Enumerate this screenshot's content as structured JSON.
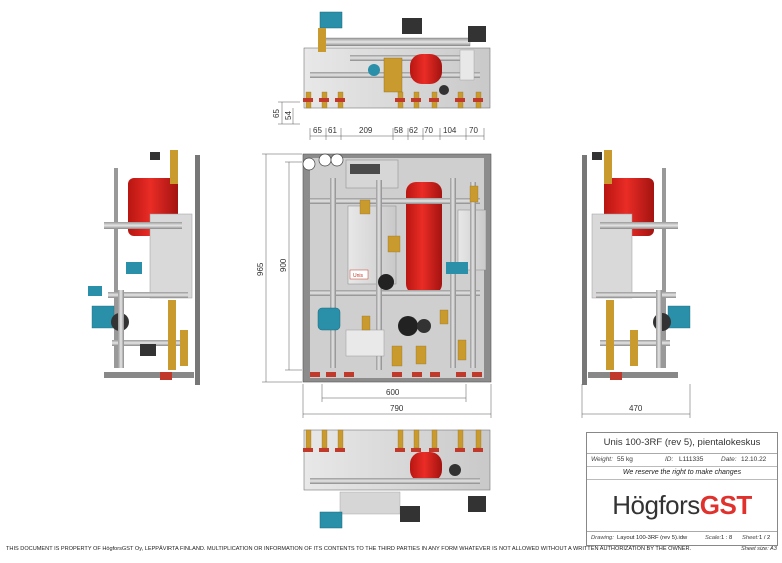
{
  "dimensions": {
    "top_height_a": "65",
    "top_height_b": "54",
    "top_spacings": [
      "65",
      "61",
      "209",
      "58",
      "62",
      "70",
      "104",
      "70"
    ],
    "front_height_total": "965",
    "front_height_inner": "900",
    "front_width_inner": "600",
    "front_width_total": "790",
    "side_depth": "470"
  },
  "title_block": {
    "title": "Unis 100-3RF (rev 5), pientalokeskus",
    "weight_label": "Weight:",
    "weight_value": "55 kg",
    "id_label": "ID:",
    "id_value": "L111335",
    "date_label": "Date:",
    "date_value": "12.10.22",
    "notice": "We reserve the right to make changes",
    "logo_part1": "Högfors",
    "logo_part2": "GST",
    "drawing_label": "Drawing:",
    "drawing_value": "Layout 100-3RF (rev 5).idw",
    "scale_label": "Scale:",
    "scale_value": "1 : 8",
    "sheet_label": "Sheet:",
    "sheet_value": "1 / 2",
    "sheet_size": "Sheet size: A3"
  },
  "panel_badge": "Unis",
  "footer_notice": "THIS DOCUMENT IS PROPERTY OF HögforsGST Oy, LEPPÄVIRTA FINLAND. MULTIPLICATION OR INFORMATION OF ITS CONTENTS TO THE THIRD PARTIES IN ANY FORM WHATEVER IS NOT ALLOWED WITHOUT A WRITTEN AUTHORIZATION BY THE OWNER.",
  "colors": {
    "tank_red": "#d6201b",
    "pump_teal": "#2a8fa8",
    "valve_brass": "#c99a2e",
    "handle_red": "#c0392b",
    "frame_grey": "#8c8c8c",
    "panel_grey": "#d9d9d9",
    "logo_red": "#e0312c"
  }
}
